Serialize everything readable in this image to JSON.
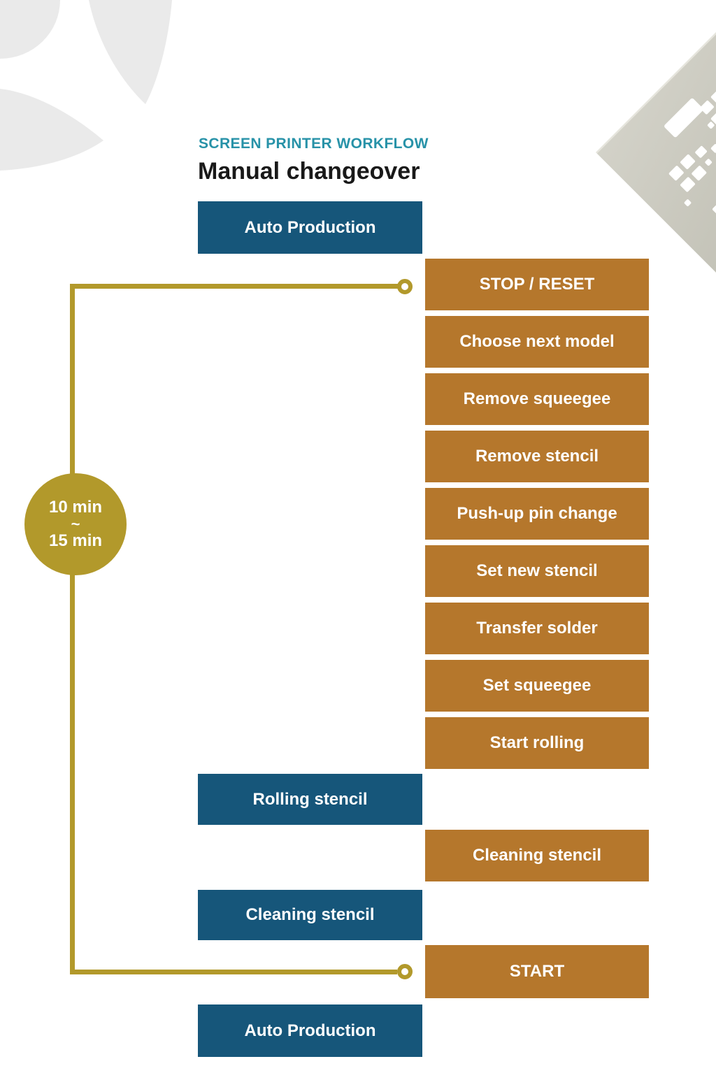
{
  "header": {
    "eyebrow": "SCREEN PRINTER WORKFLOW",
    "title": "Manual changeover"
  },
  "timer": {
    "line1": "10 min",
    "line2": "~",
    "line3": "15 min"
  },
  "left_steps": [
    "Auto Production",
    "Rolling stencil",
    "Cleaning stencil",
    "Auto Production"
  ],
  "right_steps": [
    "STOP / RESET",
    "Choose next model",
    "Remove squeegee",
    "Remove stencil",
    "Push-up pin change",
    "Set new stencil",
    "Transfer solder",
    "Set squeegee",
    "Start rolling",
    "Cleaning stencil",
    "START"
  ],
  "colors": {
    "blue": "#16567A",
    "orange": "#B5772C",
    "gold": "#B2992B",
    "teal_heading": "#2792A8",
    "logo_gray": "#EAEAEA",
    "stencil_gray": "#C9C8BE"
  }
}
